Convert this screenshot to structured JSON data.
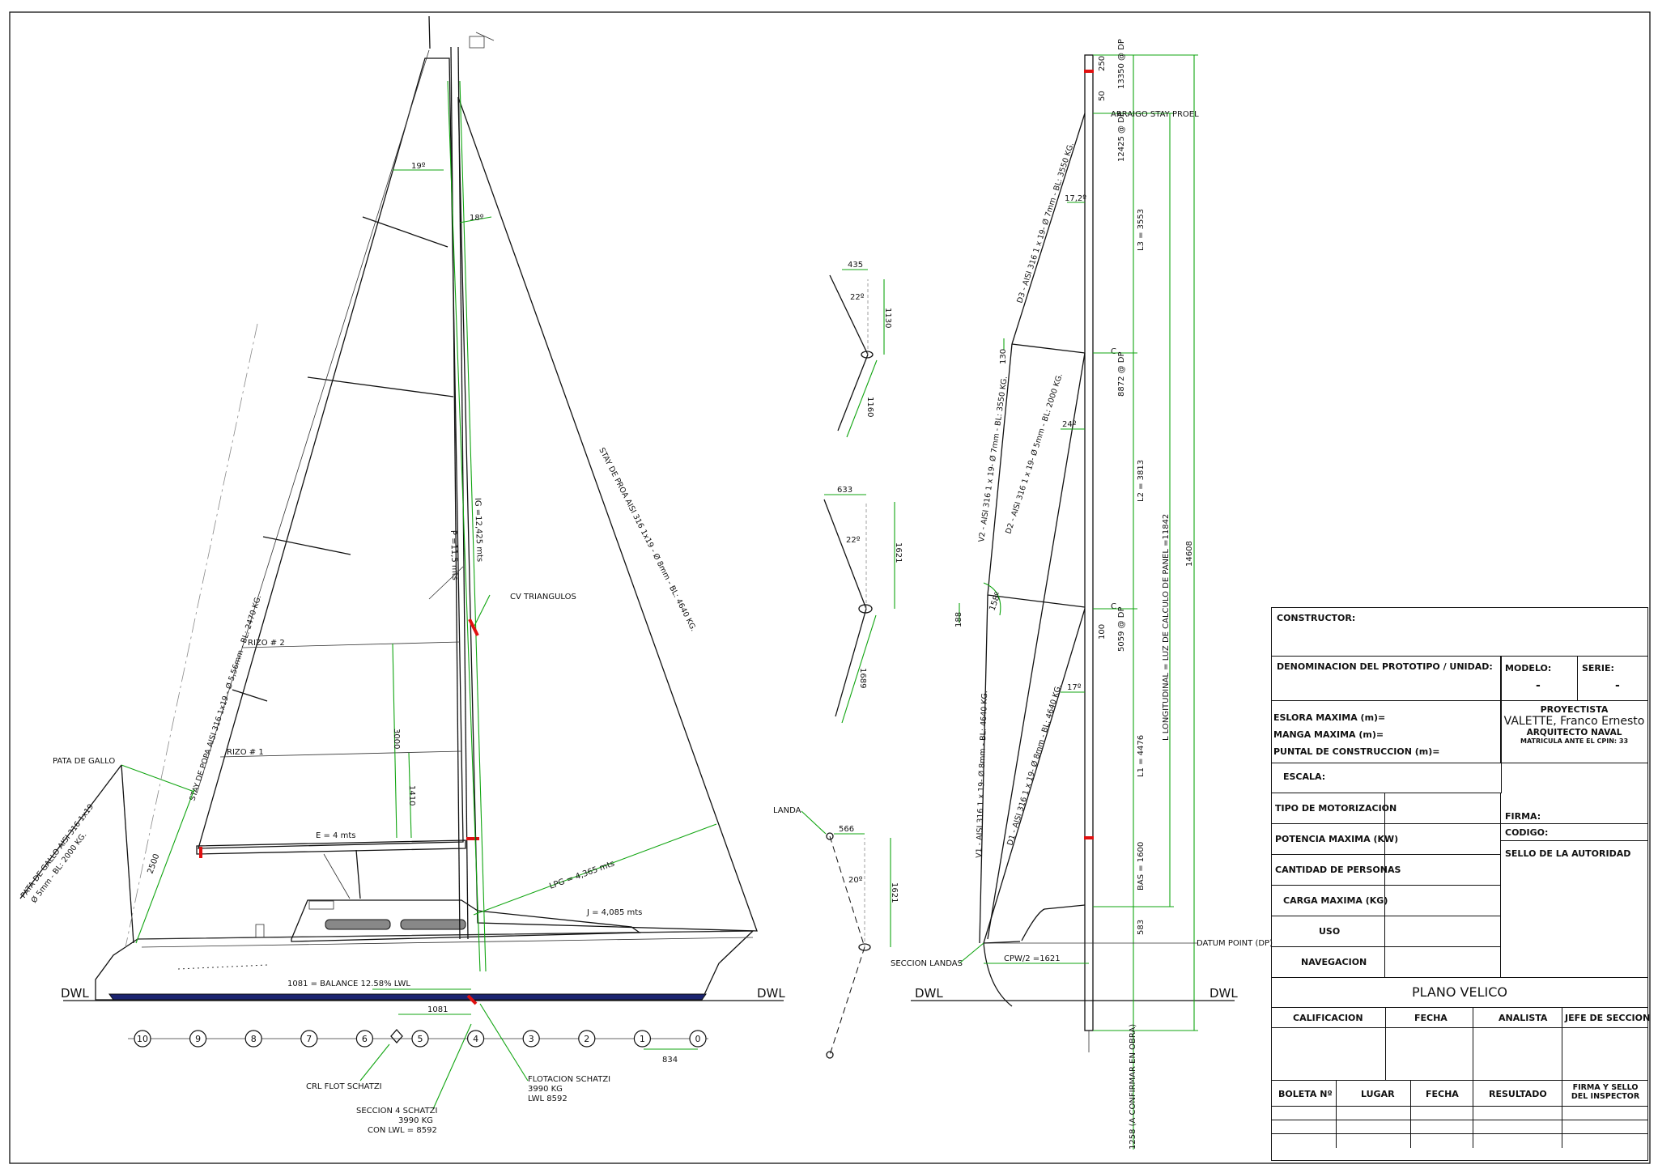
{
  "drawing": {
    "waterline_label": "DWL",
    "left_view": {
      "stay_popa": "STAY DE POPA AISI 316 1x19 - Ø 5,56mm - BL: 2470 KG.",
      "stay_proa": "STAY DE PROA AISI 316 1x19 - Ø 8mm - BL: 4640 KG.",
      "pata_gallo_spec": "PATA DE GALLO AISI 316 1x19",
      "pata_gallo_spec2": "Ø 5mm - BL: 2000 KG.",
      "pata_gallo": "PATA DE GALLO",
      "angle_19": "19º",
      "angle_18": "18º",
      "ig": "IG =12,425 mts",
      "p": "P =11,5 mts",
      "cv": "CV TRIANGULOS",
      "rizo2": "RIZO # 2",
      "rizo1": "RIZO # 1",
      "dim_3000": "3000",
      "dim_1410": "1410",
      "dim_2500": "2500",
      "boom": "E = 4 mts",
      "lpg": "LPG = 4,365 mts",
      "j": "J = 4,085 mts",
      "balance": "1081 = BALANCE 12.58% LWL",
      "dim_1081": "1081",
      "dim_834": "834",
      "crl": "CRL FLOT SCHATZI",
      "seccion4_1": "SECCION 4 SCHATZI",
      "seccion4_2": "3990 KG",
      "seccion4_3": "CON LWL = 8592",
      "flotacion1": "FLOTACION SCHATZI",
      "flotacion2": "3990 KG",
      "flotacion3": "LWL 8592",
      "stations": [
        "10",
        "9",
        "8",
        "7",
        "6",
        "5",
        "4",
        "3",
        "2",
        "1",
        "0"
      ]
    },
    "spreaders": {
      "top_w": "435",
      "top_angle": "22º",
      "top_h1": "1130",
      "top_h2": "1160",
      "mid_w": "633",
      "mid_angle": "22º",
      "mid_h1": "1621",
      "mid_h2": "1689",
      "low_w": "566",
      "low_angle": "20º",
      "low_h1": "1621",
      "landa": "LANDA",
      "seccion_landas": "SECCION LANDAS"
    },
    "rig": {
      "d3": "D3 - AISI 316 1 x 19- Ø 7mm - BL: 3550 KG.",
      "v2": "V2 - AISI 316 1 x 19- Ø 7mm - BL: 3550 KG.",
      "d2": "D2 - AISI 316 1 x 19- Ø 5mm - BL: 2000 KG.",
      "v1": "V1 - AISI 316 1 x 19- Ø 8mm - BL: 4640 KG.",
      "d1": "D1 - AISI 316 1 x 19- Ø 8mm - BL: 4640 KG.",
      "a172": "17,2º",
      "a24": "24º",
      "a17": "17º",
      "a158": "158º",
      "d130": "130",
      "d188": "188",
      "d100": "100",
      "d250": "250",
      "d50": "50",
      "h13350": "13350 @ DP",
      "h12425": "12425 @ DP",
      "h8872": "8872 @ DP",
      "h5059": "5059 @ DP",
      "l3": "L3 = 3553",
      "l2": "L2 = 3813",
      "l1": "L1 = 4476",
      "bas": "BAS = 1600",
      "d583": "583",
      "long": "L LONGITUDINAL = LUZ DE CALCULO DE PANEL =11842",
      "total": "14608",
      "arraigo": "ARRAIGO STAY PROEL",
      "datum": "DATUM POINT (DP)",
      "cpw": "CPW/2 =1621",
      "confirm": "1258 (A CONFIRMAR EN OBRA)"
    }
  },
  "title_block": {
    "constructor": "CONSTRUCTOR:",
    "denominacion": "DENOMINACION DEL PROTOTIPO / UNIDAD:",
    "modelo": "MODELO:",
    "modelo_val": "-",
    "serie": "SERIE:",
    "serie_val": "-",
    "eslora": "ESLORA MAXIMA (m)=",
    "manga": "MANGA MAXIMA (m)=",
    "puntal": "PUNTAL DE CONSTRUCCION (m)=",
    "escala": "ESCALA:",
    "proyectista": "PROYECTISTA",
    "name": "VALETTE, Franco Ernesto",
    "role": "ARQUITECTO NAVAL",
    "matricula": "MATRICULA ANTE EL CPIN: 33",
    "motorizacion": "TIPO DE MOTORIZACION",
    "firma": "FIRMA:",
    "potencia": "POTENCIA MAXIMA (KW)",
    "codigo": "CODIGO:",
    "personas": "CANTIDAD DE PERSONAS",
    "sello": "SELLO DE LA AUTORIDAD",
    "carga": "CARGA MAXIMA (KG)",
    "uso": "USO",
    "navegacion": "NAVEGACION",
    "plano": "PLANO VELICO",
    "calificacion": "CALIFICACION",
    "fecha": "FECHA",
    "analista": "ANALISTA",
    "jefe": "JEFE DE SECCION",
    "boleta": "BOLETA Nº",
    "lugar": "LUGAR",
    "fecha2": "FECHA",
    "resultado": "RESULTADO",
    "firma_sello": "FIRMA Y SELLO DEL INSPECTOR"
  }
}
